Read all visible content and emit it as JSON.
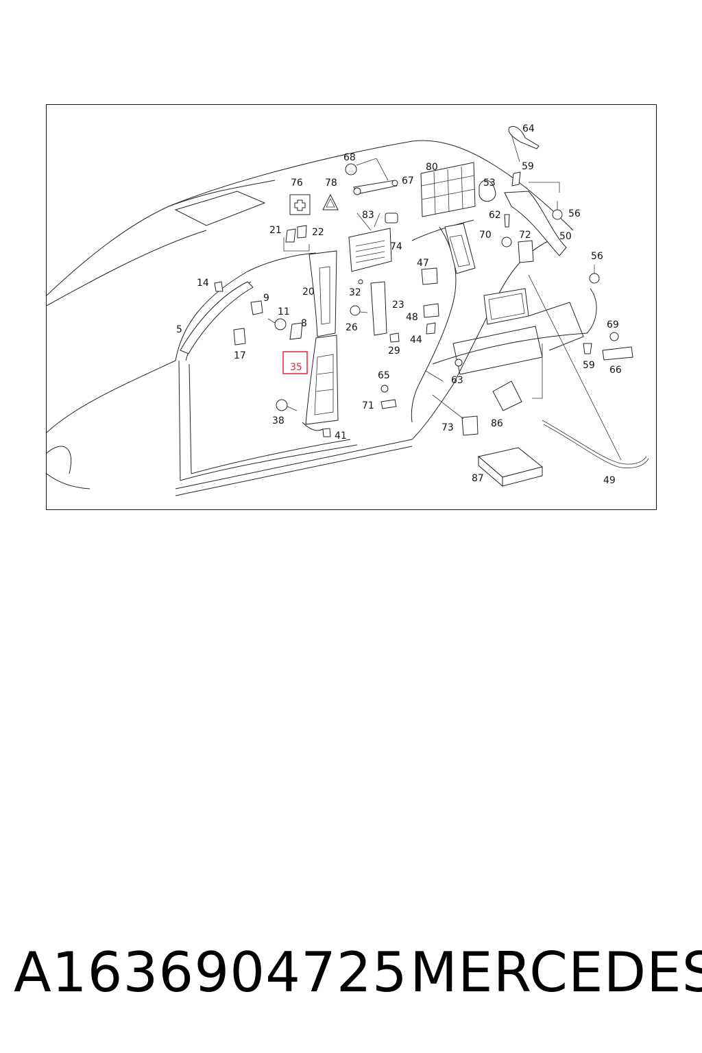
{
  "diagram": {
    "highlight_color": "#e0282e",
    "highlighted_label": "35",
    "labels": [
      "64",
      "59",
      "68",
      "67",
      "80",
      "53",
      "76",
      "78",
      "56",
      "83",
      "62",
      "21",
      "22",
      "74",
      "70",
      "72",
      "50",
      "56",
      "47",
      "14",
      "20",
      "32",
      "23",
      "9",
      "11",
      "8",
      "26",
      "48",
      "5",
      "44",
      "17",
      "29",
      "69",
      "59",
      "66",
      "35",
      "65",
      "63",
      "71",
      "38",
      "86",
      "73",
      "41",
      "87",
      "49"
    ]
  },
  "footer": {
    "part_number": "A1636904725",
    "brand": "MERCEDES"
  }
}
